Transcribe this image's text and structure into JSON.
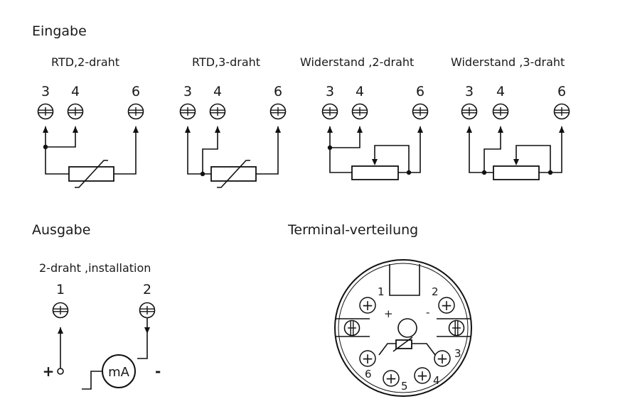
{
  "sections": {
    "input": "Eingabe",
    "output": "Ausgabe",
    "terminal": "Terminal-verteilung"
  },
  "inputs": [
    {
      "label": "RTD,2-draht",
      "terminals": [
        "3",
        "4",
        "6"
      ]
    },
    {
      "label": "RTD,3-draht",
      "terminals": [
        "3",
        "4",
        "6"
      ]
    },
    {
      "label": "Widerstand ,2-draht",
      "terminals": [
        "3",
        "4",
        "6"
      ]
    },
    {
      "label": "Widerstand ,3-draht",
      "terminals": [
        "3",
        "4",
        "6"
      ]
    }
  ],
  "output": {
    "label": "2-draht ,installation",
    "terminals": [
      "1",
      "2"
    ],
    "meter": "mA",
    "plus": "+",
    "minus": "-"
  },
  "terminal_map": {
    "pins": [
      "1",
      "2",
      "3",
      "4",
      "5",
      "6"
    ],
    "plus": "+",
    "minus": "-"
  }
}
